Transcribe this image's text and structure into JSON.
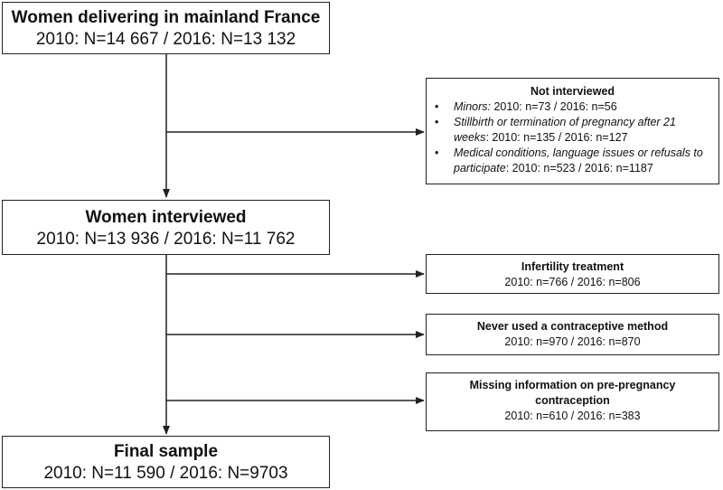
{
  "boxes": {
    "delivering": {
      "title": "Women delivering in mainland France",
      "counts": "2010: N=14 667 / 2016: N=13 132"
    },
    "interviewed": {
      "title": "Women interviewed",
      "counts": "2010: N=13 936 / 2016: N=11 762"
    },
    "final": {
      "title": "Final sample",
      "counts": "2010: N=11 590 / 2016: N=9703"
    }
  },
  "exclusions": {
    "not_interviewed": {
      "title": "Not interviewed",
      "items": [
        {
          "condition": "Minors:",
          "counts": " 2010: n=73 / 2016: n=56"
        },
        {
          "condition": "Stillbirth or termination of pregnancy after 21 weeks",
          "counts": ": 2010: n=135 / 2016: n=127"
        },
        {
          "condition": "Medical conditions, language issues or refusals to participate",
          "counts": ": 2010: n=523 / 2016: n=1187"
        }
      ]
    },
    "infertility": {
      "title": "Infertility treatment",
      "counts": "2010: n=766 / 2016: n=806"
    },
    "never_used": {
      "title": "Never used a contraceptive method",
      "counts": "2010: n=970 / 2016: n=870"
    },
    "missing": {
      "title": "Missing information on pre-pregnancy contraception",
      "counts": "2010: n=610 / 2016: n=383"
    }
  },
  "colors": {
    "stroke": "#222222",
    "background": "#ffffff"
  }
}
